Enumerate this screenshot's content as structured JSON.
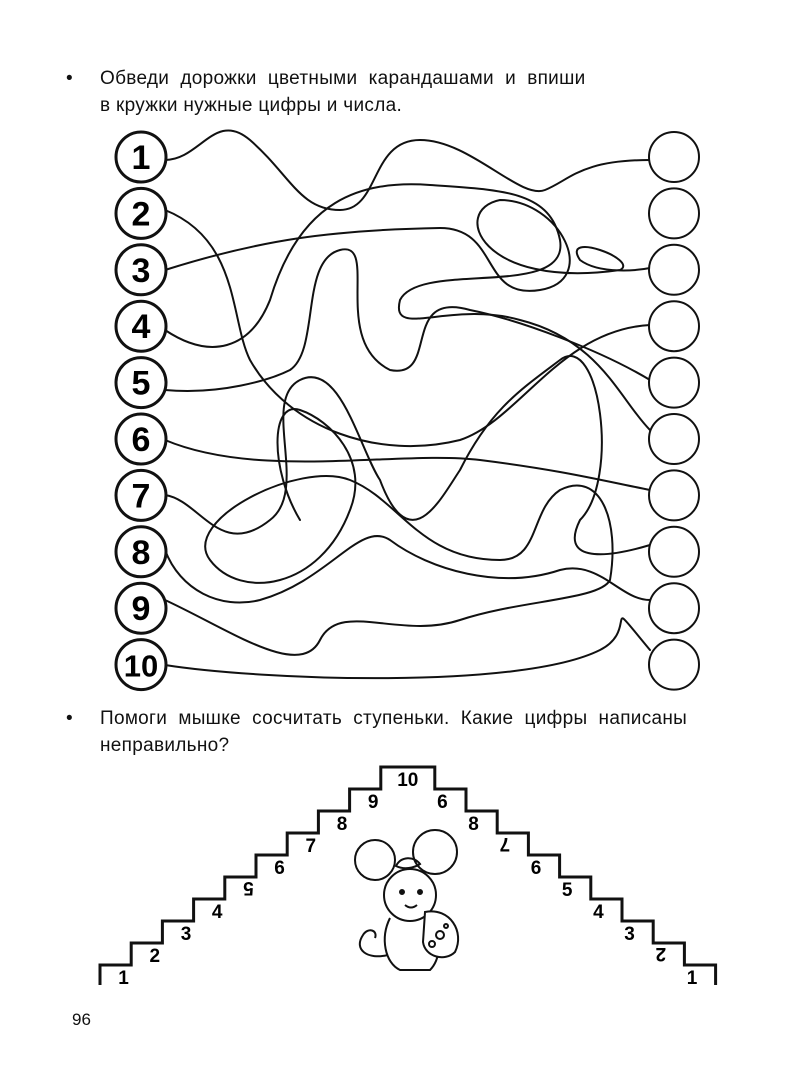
{
  "task1": {
    "bullet": "•",
    "line1": "Обведи  дорожки  цветными  карандашами  и  впиши",
    "line2": "в кружки нужные цифры и числа."
  },
  "maze": {
    "left_numbers": [
      "1",
      "2",
      "3",
      "4",
      "5",
      "6",
      "7",
      "8",
      "9",
      "10"
    ],
    "right_circles_count": 10
  },
  "task2": {
    "bullet": "•",
    "line1": "Помоги  мышке  сосчитать  ступеньки.  Какие  цифры  написаны",
    "line2": "неправильно?"
  },
  "stairs": {
    "left": [
      {
        "label": "1",
        "upside_down": false
      },
      {
        "label": "2",
        "upside_down": false
      },
      {
        "label": "3",
        "upside_down": false
      },
      {
        "label": "4",
        "upside_down": false
      },
      {
        "label": "5",
        "upside_down": true
      },
      {
        "label": "6",
        "upside_down": false
      },
      {
        "label": "7",
        "upside_down": false
      },
      {
        "label": "8",
        "upside_down": false
      },
      {
        "label": "9",
        "upside_down": false
      }
    ],
    "top": "10",
    "right": [
      {
        "label": "6",
        "upside_down": false
      },
      {
        "label": "8",
        "upside_down": false
      },
      {
        "label": "7",
        "upside_down": true
      },
      {
        "label": "6",
        "upside_down": false
      },
      {
        "label": "5",
        "upside_down": false
      },
      {
        "label": "4",
        "upside_down": false
      },
      {
        "label": "3",
        "upside_down": false
      },
      {
        "label": "2",
        "upside_down": true
      },
      {
        "label": "1",
        "upside_down": false
      }
    ]
  },
  "page_number": "96"
}
